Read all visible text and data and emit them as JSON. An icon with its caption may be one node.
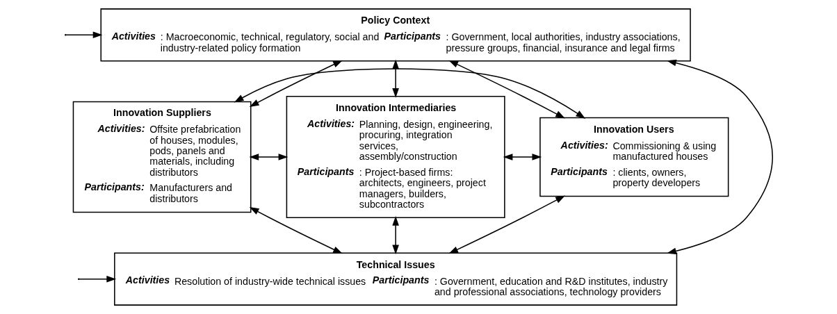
{
  "diagram": {
    "nodes": [
      {
        "text": [
          "Policy Context",
          "Activities",
          ": Macroeconomic, technical, regulatory, social and industry-related policy formation",
          "Participants",
          ": Government, local authorities, industry associations, pressure groups, financial, insurance and legal firms"
        ]
      },
      {
        "text": [
          "Innovation Suppliers",
          "Activities:",
          "Offsite prefabrication of houses, modules, pods, panels and materials, including distributors",
          "Participants:",
          "Manufacturers and distributors"
        ]
      },
      {
        "text": [
          "Innovation Intermediaries",
          "Activities:",
          "Planning, design, engineering, procuring, integration services, assembly/construction",
          "Participants",
          ": Project-based firms: architects, engineers, project managers, builders, subcontractors"
        ]
      },
      {
        "text": [
          "Innovation Users",
          "Activities:",
          "Commissioning & using manufactured houses",
          "Participants",
          ": clients, owners, property developers"
        ]
      },
      {
        "text": [
          "Technical Issues",
          "Activities",
          "Resolution of industry-wide technical issues",
          "Participants",
          ": Government, education and R&D institutes, industry and professional associations, technology providers"
        ]
      }
    ],
    "edges": [
      {
        "from": 0,
        "to": 1,
        "arrow": "both"
      },
      {
        "from": 0,
        "to": 2,
        "arrow": "both"
      },
      {
        "from": 0,
        "to": 3,
        "arrow": "both"
      },
      {
        "from": 1,
        "to": 3,
        "arrow": "both"
      },
      {
        "from": 1,
        "to": 2,
        "arrow": "both"
      },
      {
        "from": 2,
        "to": 3,
        "arrow": "both"
      },
      {
        "from": 1,
        "to": 4,
        "arrow": "both"
      },
      {
        "from": 2,
        "to": 4,
        "arrow": "both"
      },
      {
        "from": 3,
        "to": 4,
        "arrow": "both"
      },
      {
        "from": 4,
        "to": 0,
        "arrow": "both"
      },
      {
        "from": null,
        "to": 0,
        "arrow": "to"
      },
      {
        "from": null,
        "to": 4,
        "arrow": "to"
      }
    ]
  }
}
